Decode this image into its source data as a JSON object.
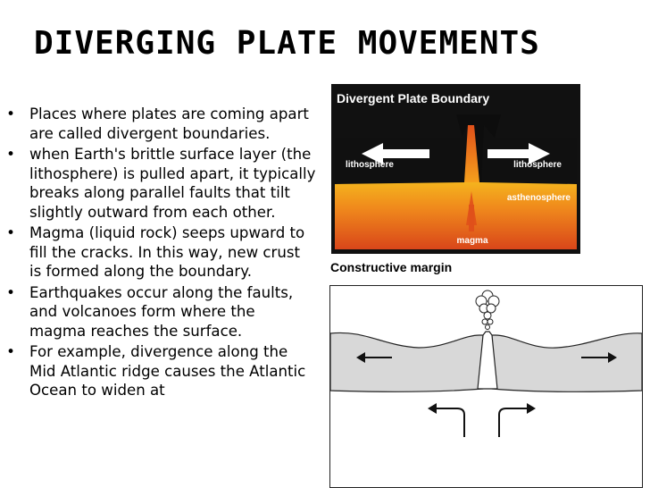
{
  "slide": {
    "title": "DIVERGING PLATE MOVEMENTS",
    "bullets": [
      "Places where plates are coming apart are called divergent boundaries.",
      "when Earth's brittle surface layer (the lithosphere) is pulled apart, it typically breaks along parallel faults that tilt slightly outward from each other.",
      "Magma (liquid rock) seeps upward to fill the cracks. In this way, new crust is formed along the boundary.",
      "Earthquakes occur along the faults, and volcanoes form where the magma reaches the surface.",
      "For example, divergence along the Mid Atlantic ridge causes the Atlantic Ocean to widen at"
    ],
    "bullet_symbol": "•"
  },
  "figure_top": {
    "title": "Divergent Plate Boundary",
    "label_left": "lithosphere",
    "label_right": "lithosphere",
    "label_asthenosphere": "asthenosphere",
    "label_magma": "magma"
  },
  "figure_bottom": {
    "caption": "Constructive margin"
  },
  "colors": {
    "frame": "#111111",
    "magma_light": "#f6c21e",
    "magma_dark": "#e0501a",
    "arrow_dark": "#d9461a",
    "crust_gray": "#d8d8d8"
  }
}
